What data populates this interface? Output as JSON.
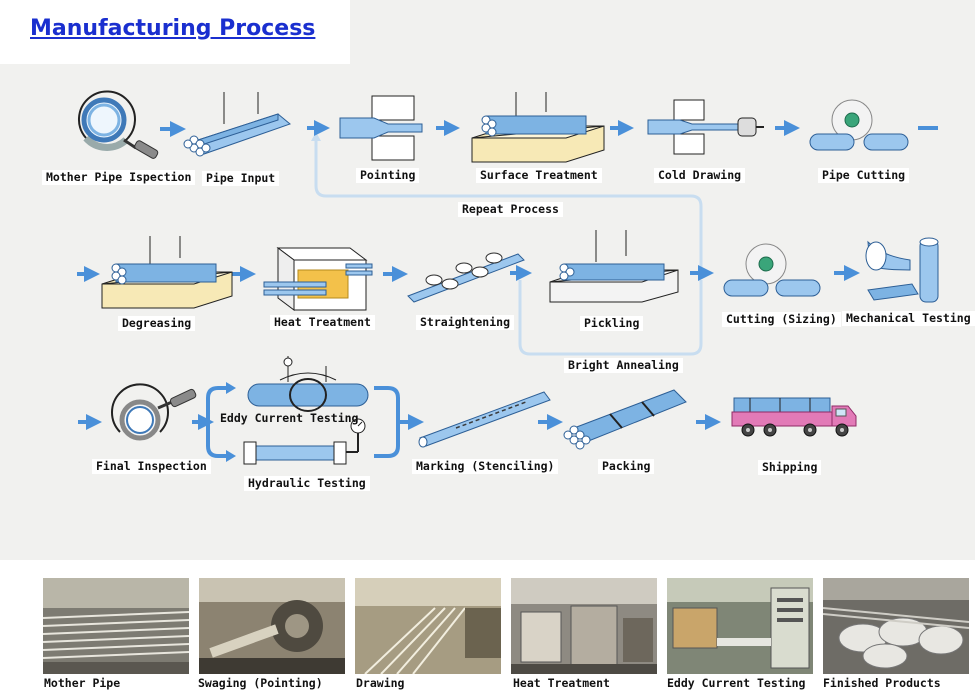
{
  "title": "Manufacturing Process",
  "steps": {
    "mother_pipe_inspection": "Mother Pipe Ispection",
    "pipe_input": "Pipe Input",
    "pointing": "Pointing",
    "surface_treatment": "Surface Treatment",
    "cold_drawing": "Cold Drawing",
    "pipe_cutting": "Pipe Cutting",
    "repeat_process": "Repeat Process",
    "degreasing": "Degreasing",
    "heat_treatment": "Heat Treatment",
    "straightening": "Straightening",
    "pickling": "Pickling",
    "cutting_sizing": "Cutting (Sizing)",
    "mechanical_testing": "Mechanical Testing",
    "bright_annealing": "Bright Annealing",
    "final_inspection": "Final Inspection",
    "eddy_current_testing": "Eddy Current Testing",
    "hydraulic_testing": "Hydraulic Testing",
    "marking_stenciling": "Marking (Stenciling)",
    "packing": "Packing",
    "shipping": "Shipping"
  },
  "photos": {
    "mother_pipe": "Mother Pipe",
    "swaging": "Swaging (Pointing)",
    "drawing": "Drawing",
    "heat_treatment": "Heat Treatment",
    "eddy_current": "Eddy Current Testing",
    "finished_products": "Finished Products"
  },
  "colors": {
    "title": "#1a2fcf",
    "arrow": "#4a90d9",
    "pipe": "#7db3e3",
    "pipe_dark": "#3f79b8",
    "loop_line": "#c8ddf0",
    "diagram_background": "#f1f1ef"
  }
}
